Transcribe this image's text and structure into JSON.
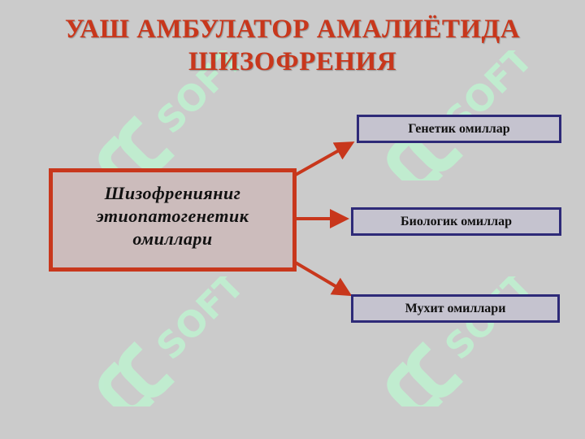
{
  "title": {
    "line1": "УАШ АМБУЛАТОР АМАЛИЁТИДА",
    "line2": "ШИЗОФРЕНИЯ"
  },
  "center_box": {
    "line1": "Шизофренияниг",
    "line2": "этиопатогенетик",
    "line3": "омиллари"
  },
  "factors": [
    {
      "label": "Генетик омиллар"
    },
    {
      "label": "Биологик омиллар"
    },
    {
      "label": "Мухит омиллари"
    }
  ],
  "watermark": {
    "text": "SOFT"
  },
  "colors": {
    "background": "#cbcbcb",
    "accent_red": "#c8371c",
    "box_border_blue": "#2e2a78",
    "watermark_green": "#b8f0cf"
  }
}
